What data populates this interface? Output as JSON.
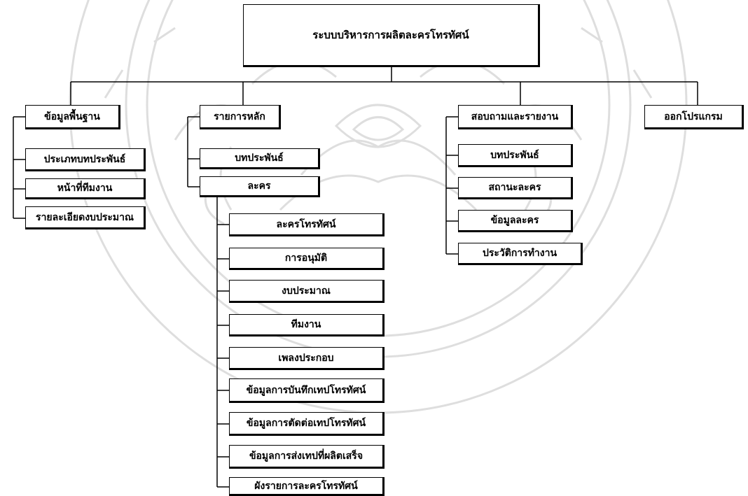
{
  "diagram": {
    "root": "ระบบบริหารการผลิตละครโทรทัศน์",
    "branches": [
      {
        "label": "ข้อมูลพื้นฐาน",
        "children": [
          "ประเภทบทประพันธ์",
          "หน้าที่ทีมงาน",
          "รายละเอียดงบประมาณ"
        ]
      },
      {
        "label": "รายการหลัก",
        "children": [
          "บทประพันธ์",
          "ละคร"
        ],
        "grandchildren": [
          "ละครโทรทัศน์",
          "การอนุมัติ",
          "งบประมาณ",
          "ทีมงาน",
          "เพลงประกอบ",
          "ข้อมูลการบันทึกเทปโทรทัศน์",
          "ข้อมูลการตัดต่อเทปโทรทัศน์",
          "ข้อมูลการส่งเทปที่ผลิตเสร็จ",
          "ผังรายการละครโทรทัศน์"
        ]
      },
      {
        "label": "สอบถามและรายงาน",
        "children": [
          "บทประพันธ์",
          "สถานะละคร",
          "ข้อมูลละคร",
          "ประวัติการทำงาน"
        ]
      },
      {
        "label": "ออกโปรแกรม",
        "children": []
      }
    ]
  },
  "watermark": {
    "color": "#dedede"
  }
}
